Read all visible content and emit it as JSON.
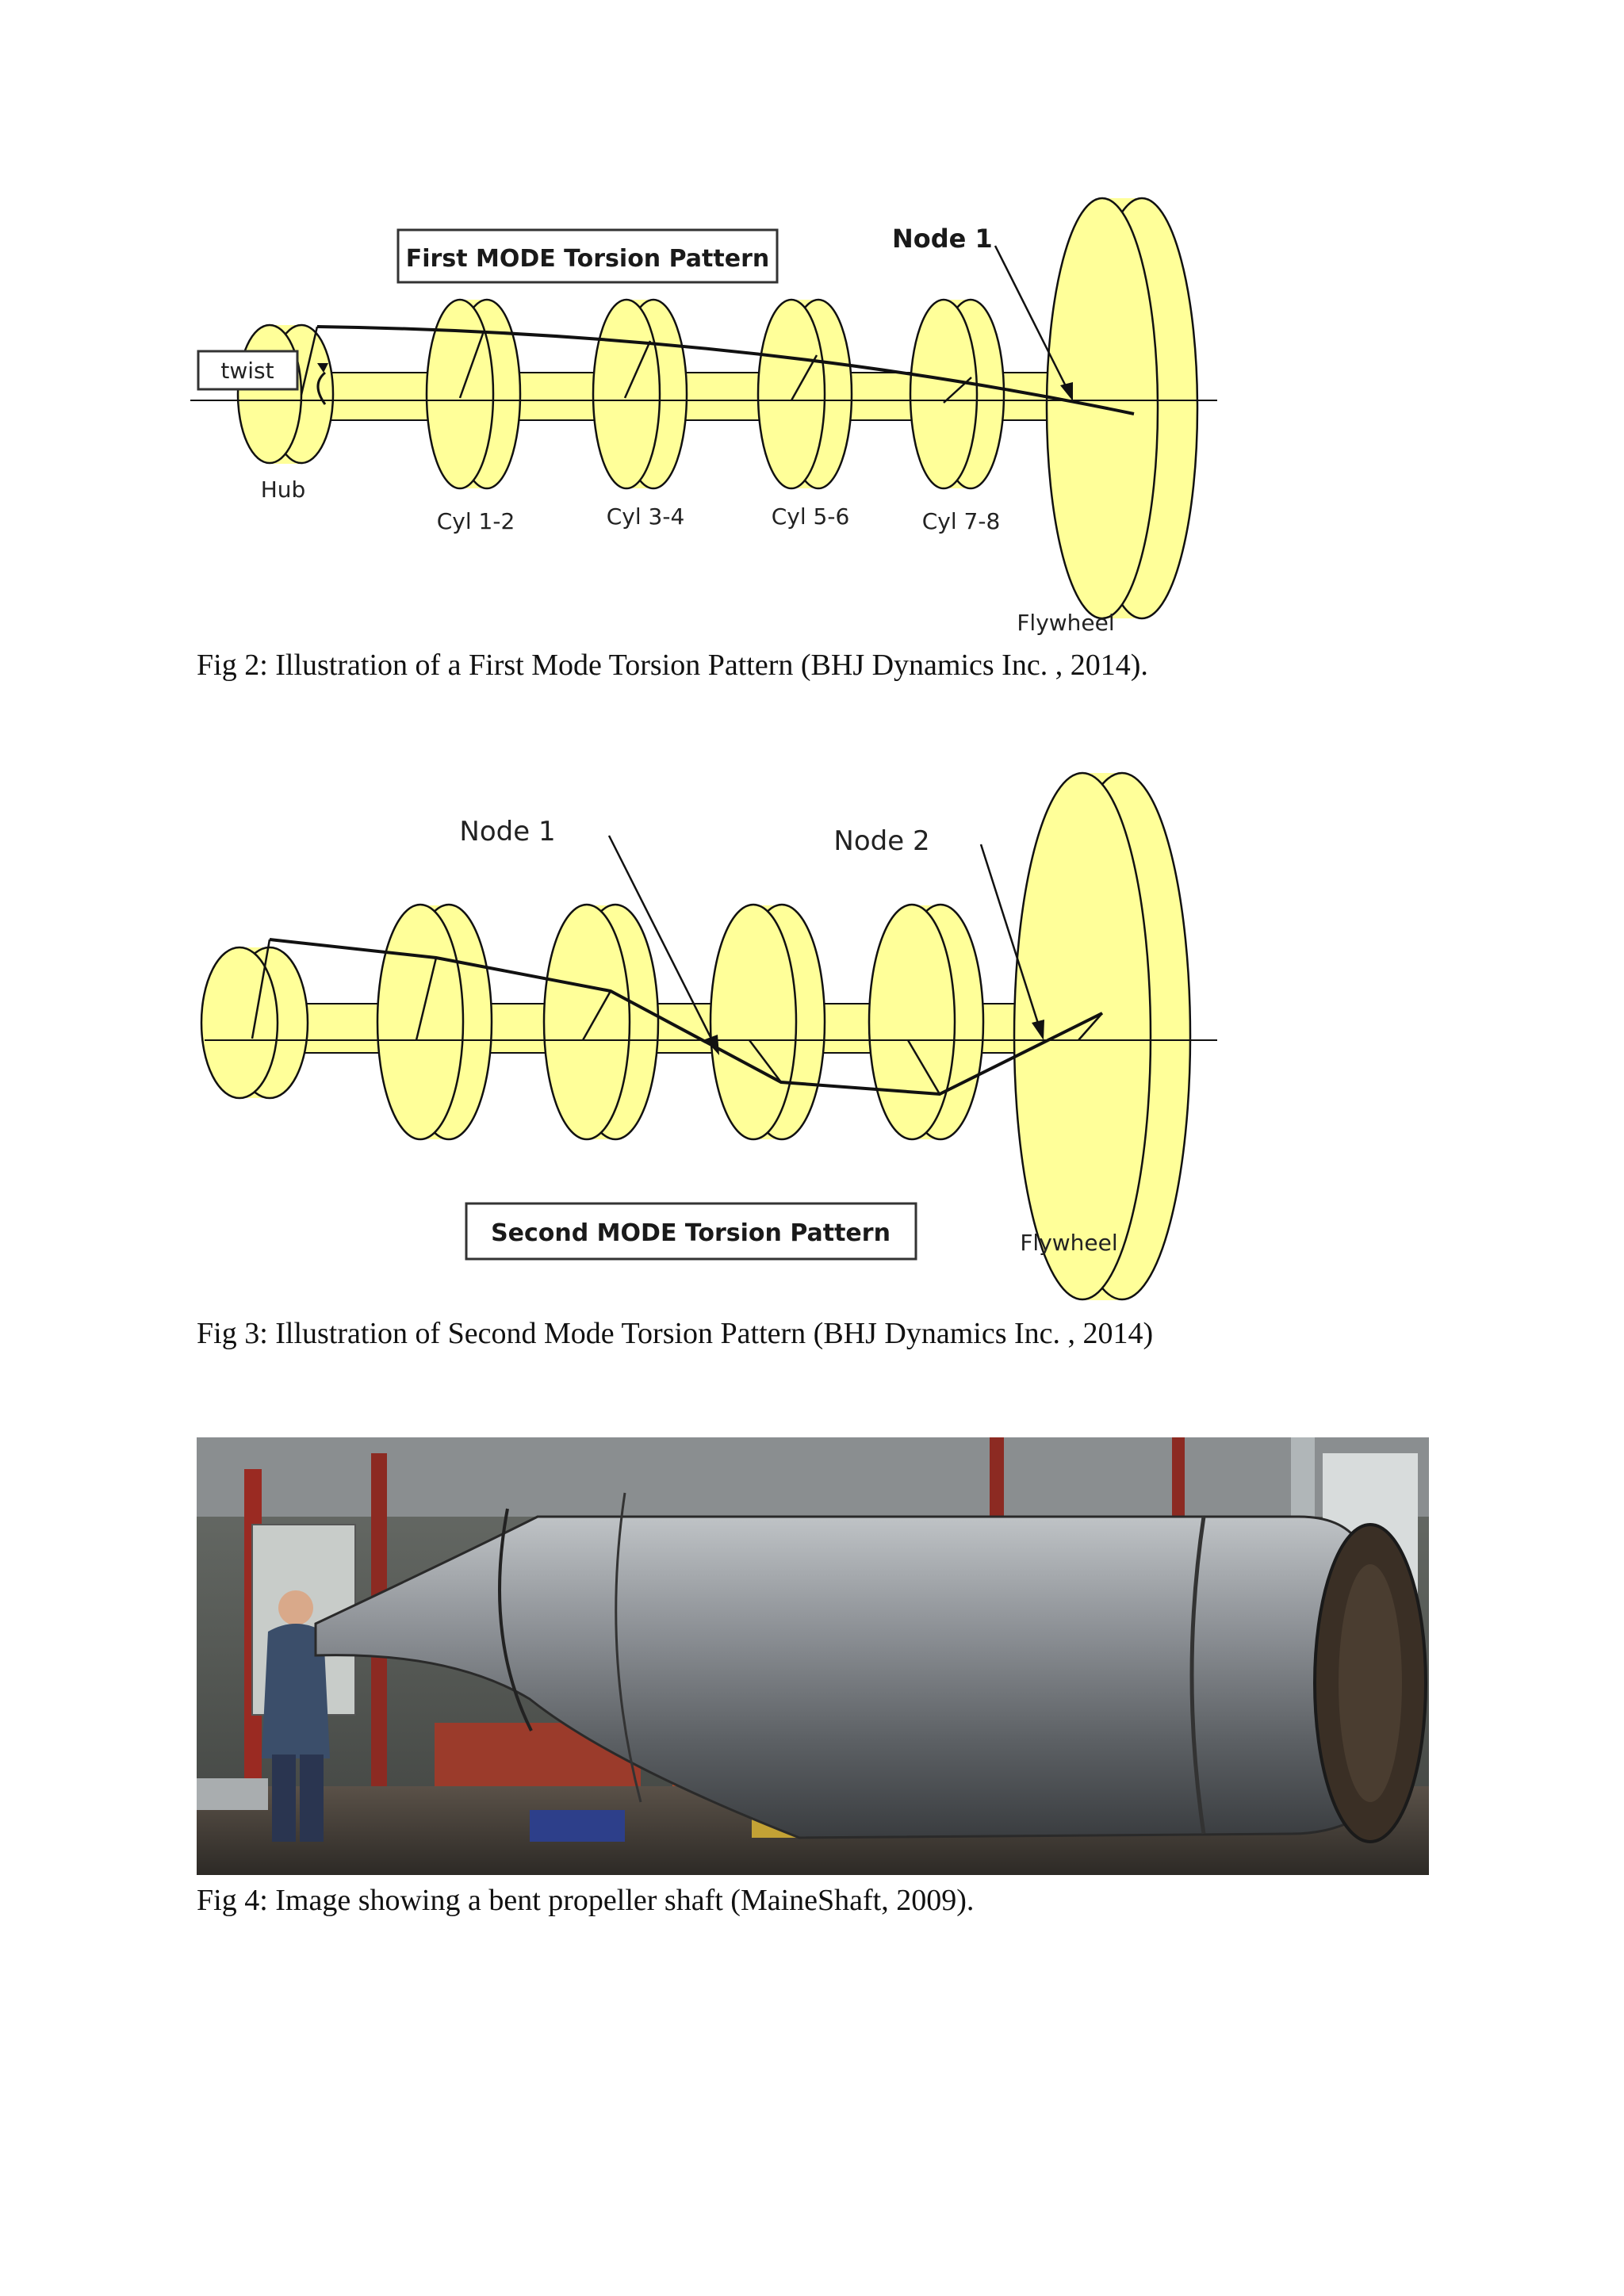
{
  "fig2": {
    "title": "First MODE Torsion Pattern",
    "twist_label": "twist",
    "node1_label": "Node 1",
    "hub_label": "Hub",
    "cyl_labels": [
      "Cyl 1-2",
      "Cyl 3-4",
      "Cyl 5-6",
      "Cyl 7-8"
    ],
    "flywheel_label": "Flywheel",
    "caption": "Fig 2: Illustration of a First Mode Torsion Pattern (BHJ Dynamics Inc. , 2014)."
  },
  "fig3": {
    "title": "Second MODE Torsion Pattern",
    "node1_label": "Node 1",
    "node2_label": "Node 2",
    "flywheel_label": "Flywheel",
    "caption": "Fig 3: Illustration of Second Mode Torsion Pattern (BHJ Dynamics Inc. , 2014)"
  },
  "fig4": {
    "caption": "Fig 4: Image showing a bent propeller shaft  (MaineShaft, 2009)."
  },
  "colors": {
    "disk_fill": "#ffff99",
    "stroke": "#111111"
  }
}
